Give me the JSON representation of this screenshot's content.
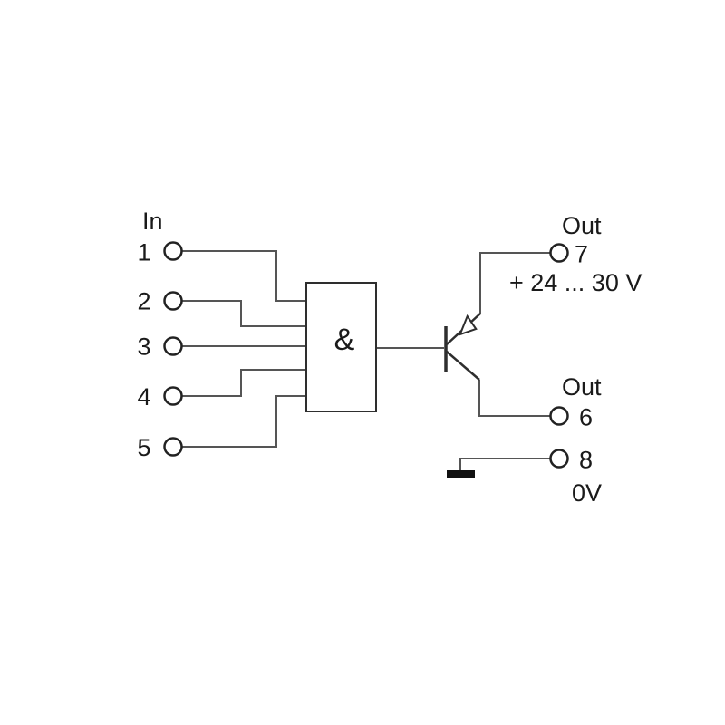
{
  "diagram": {
    "type": "logic-circuit-schematic",
    "input_section": {
      "label": "In",
      "terminals": [
        {
          "number": "1"
        },
        {
          "number": "2"
        },
        {
          "number": "3"
        },
        {
          "number": "4"
        },
        {
          "number": "5"
        }
      ]
    },
    "gate": {
      "symbol": "&"
    },
    "output_section": {
      "out7": {
        "label": "Out",
        "number": "7",
        "annotation": "+ 24 ... 30 V"
      },
      "out6": {
        "label": "Out",
        "number": "6"
      },
      "ref8": {
        "number": "8",
        "annotation": "0V"
      }
    },
    "colors": {
      "wire": "#555555",
      "outline": "#2e2e2e",
      "terminal": "#222222",
      "text": "#1a1a1a",
      "ground": "#111111",
      "background": "#ffffff"
    }
  }
}
